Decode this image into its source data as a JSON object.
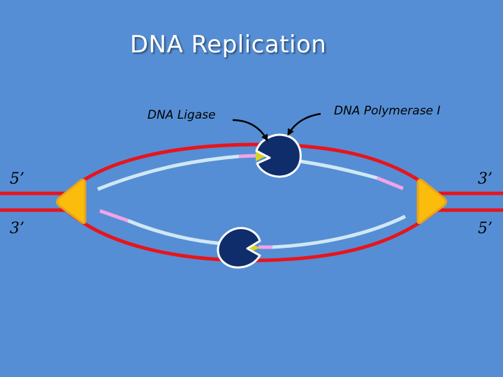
{
  "title": "DNA Replication",
  "labels": {
    "ligase": "DNA Ligase",
    "polymerase": "DNA Polymerase I"
  },
  "strand_ends": {
    "top_left": "5’",
    "bottom_left": "3’",
    "top_right": "3’",
    "bottom_right": "5’"
  },
  "colors": {
    "background": "#558ed5",
    "parent_strand": "#e8141b",
    "new_strand": "#cfe8f5",
    "rna_primer": "#f3a3e6",
    "helicase": "#fbbc0c",
    "enzyme": "#0f2d6b",
    "arrow": "#000000"
  }
}
